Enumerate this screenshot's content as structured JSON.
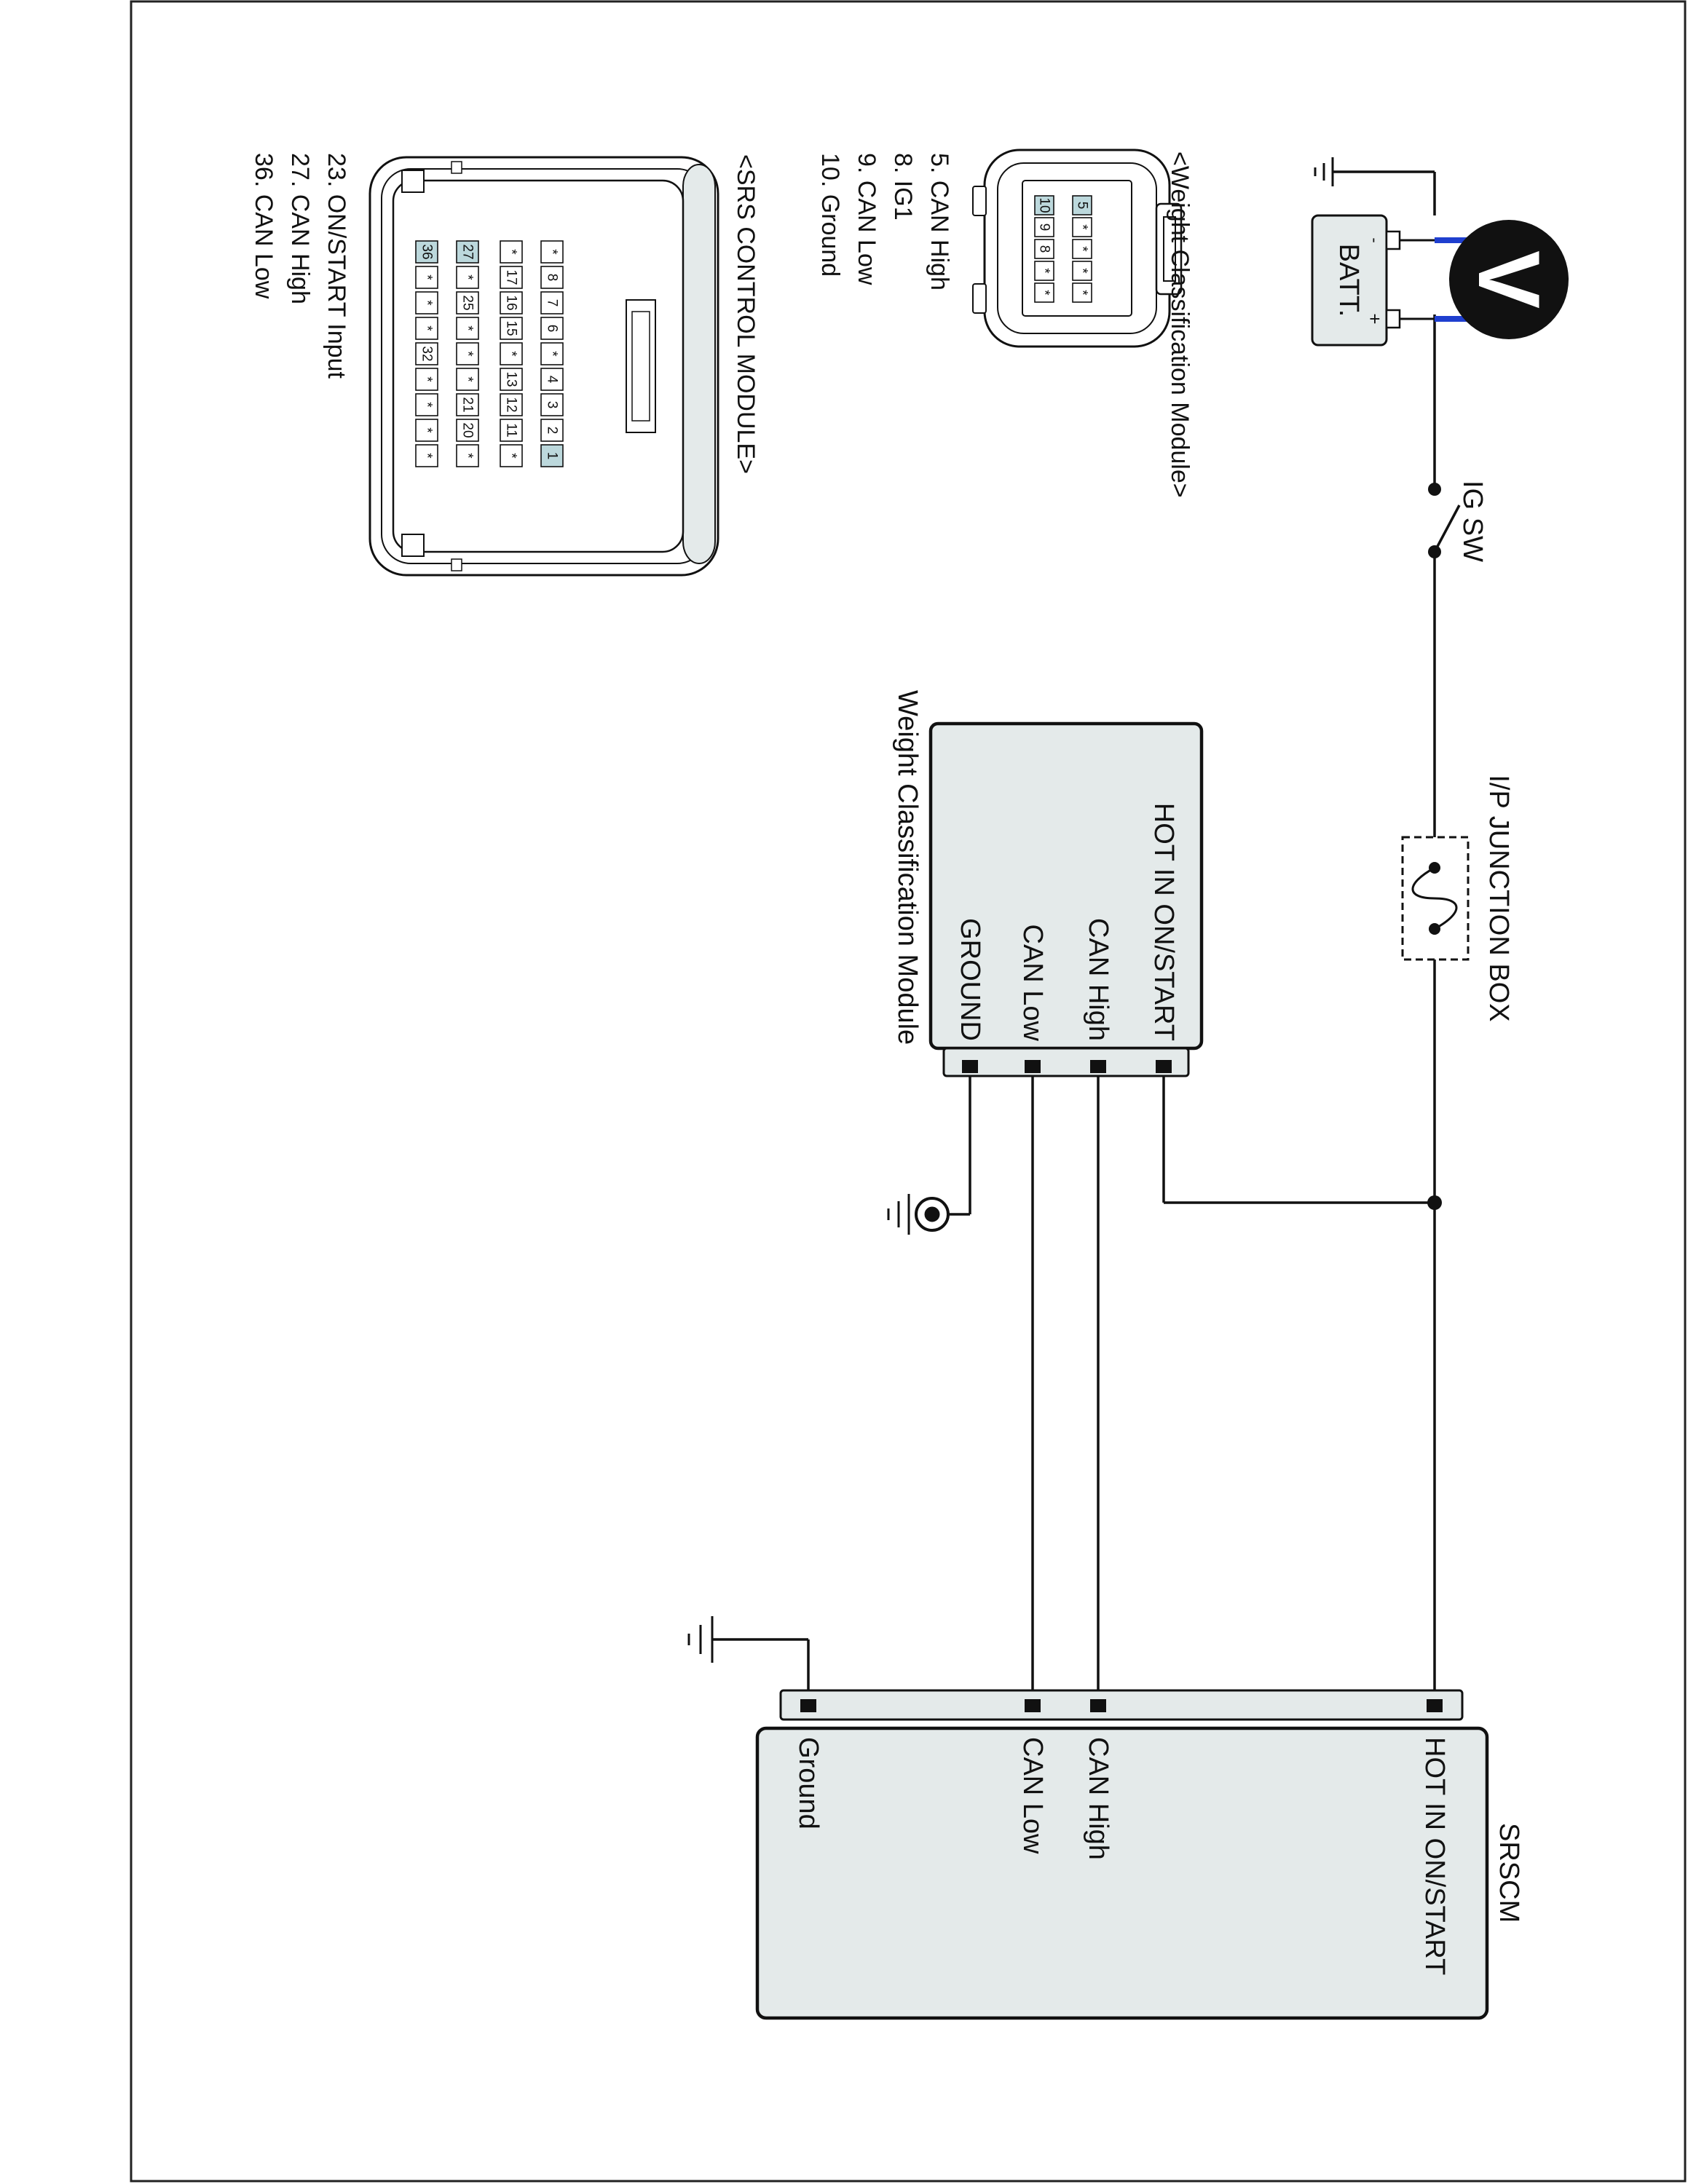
{
  "diagram": {
    "meter": {
      "symbol": "V"
    },
    "battery": {
      "label": "BATT.",
      "minus": "-",
      "plus": "+"
    },
    "ig_switch": {
      "label": "IG SW"
    },
    "junction_box": {
      "label": "I/P JUNCTION BOX"
    },
    "weight_module": {
      "title": "Weight Classification Module",
      "pins": [
        "HOT IN ON/START",
        "CAN High",
        "CAN Low",
        "GROUND"
      ]
    },
    "srscm": {
      "title": "SRSCM",
      "pins": [
        "HOT IN ON/START",
        "CAN High",
        "CAN Low",
        "Ground"
      ]
    },
    "wcm_connector": {
      "title": "<Weight Classification Module>",
      "pinout": [
        "5. CAN High",
        "8. IG1",
        "9. CAN Low",
        "10. Ground"
      ],
      "grid_row1": [
        "5",
        "*",
        "*",
        "*",
        "*"
      ],
      "grid_row2": [
        "10",
        "9",
        "8",
        "*",
        "*"
      ]
    },
    "srs_connector": {
      "title": "<SRS CONTROL MODULE>",
      "pinout": [
        "23. ON/START Input",
        "27. CAN High",
        "36. CAN Low"
      ],
      "grid": [
        [
          "*",
          "8",
          "7",
          "6",
          "*",
          "4",
          "3",
          "2",
          "1"
        ],
        [
          "*",
          "17",
          "16",
          "15",
          "*",
          "13",
          "12",
          "11",
          "*"
        ],
        [
          "27",
          "*",
          "25",
          "*",
          "*",
          "*",
          "21",
          "20",
          "*"
        ],
        [
          "36",
          "*",
          "*",
          "*",
          "32",
          "*",
          "*",
          "*",
          "*"
        ]
      ]
    }
  }
}
